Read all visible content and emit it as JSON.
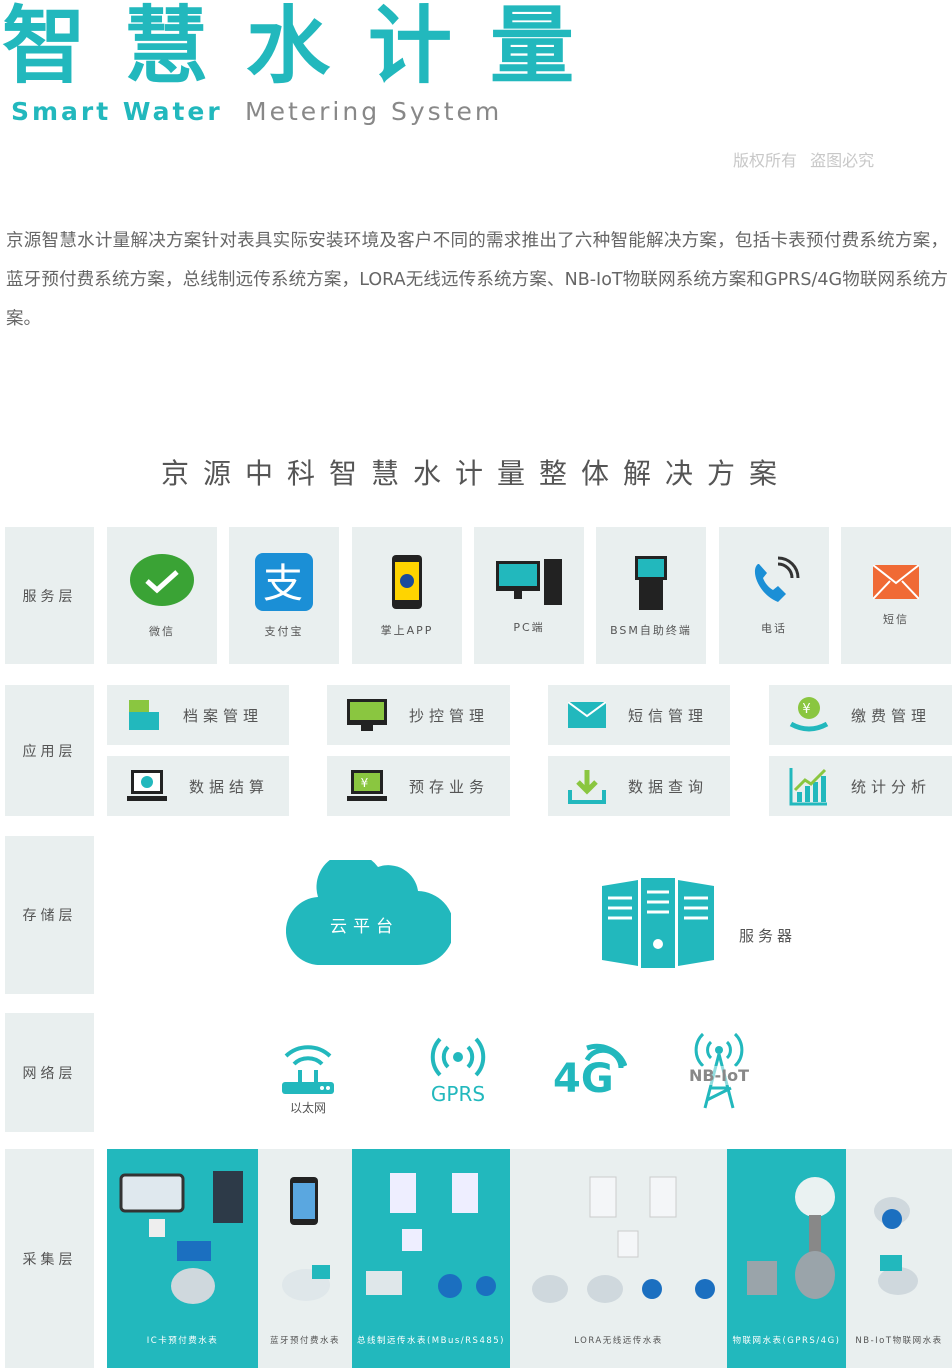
{
  "header": {
    "title": "智慧水计量",
    "subtitle_bold": "Smart Water",
    "subtitle_light": "Metering System",
    "copyright": "版权所有  盗图必究"
  },
  "intro": "京源智慧水计量解决方案针对表具实际安装环境及客户不同的需求推出了六种智能解决方案，包括卡表预付费系统方案，蓝牙预付费系统方案，总线制远传系统方案，LORA无线远传系统方案、NB-IoT物联网系统方案和GPRS/4G物联网系统方案。",
  "diagram_title": "京源中科智慧水计量整体解决方案",
  "layers": {
    "service": "服务层",
    "application": "应用层",
    "storage": "存储层",
    "network": "网络层",
    "collection": "采集层"
  },
  "service_items": [
    "微信",
    "支付宝",
    "掌上APP",
    "PC端",
    "BSM自助终端",
    "电话",
    "短信"
  ],
  "app_items": [
    "档案管理",
    "抄控管理",
    "短信管理",
    "缴费管理",
    "数据结算",
    "预存业务",
    "数据查询",
    "统计分析"
  ],
  "storage": {
    "cloud": "云平台",
    "server": "服务器"
  },
  "network": {
    "ethernet": "以太网",
    "gprs": "GPRS",
    "fourg": "4G",
    "nbiot": "NB-IoT"
  },
  "collection_items": [
    "IC卡预付费水表",
    "蓝牙预付费水表",
    "总线制远传水表(MBus/RS485)",
    "LORA无线远传水表",
    "物联网水表(GPRS/4G)",
    "NB-IoT物联网水表"
  ],
  "colors": {
    "accent": "#22b8bd",
    "tile": "#e9efef"
  }
}
